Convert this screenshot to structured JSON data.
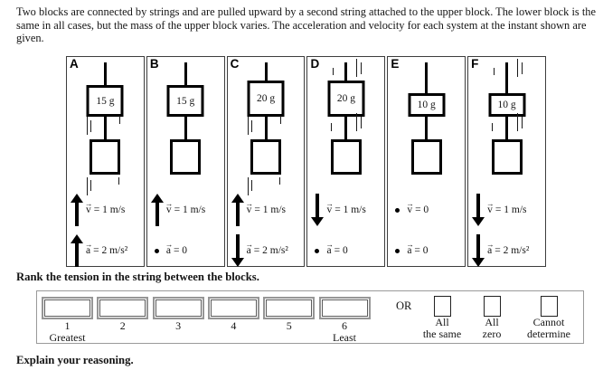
{
  "paragraph": "Two blocks are connected by strings and are pulled upward by a second string attached to the upper block. The lower block is the same in all cases, but the mass of the upper block varies. The acceleration and velocity for each system at the instant shown are given.",
  "panels": [
    {
      "label": "A",
      "upper_mass": "15 g",
      "velocity": {
        "dir": "up",
        "symbol": "v",
        "value": "= 1 m/s"
      },
      "acceleration": {
        "dir": "up",
        "symbol": "a",
        "value": "= 2 m/s²"
      },
      "streaks": [
        "mid",
        "below"
      ]
    },
    {
      "label": "B",
      "upper_mass": "15 g",
      "velocity": {
        "dir": "up",
        "symbol": "v",
        "value": "= 1 m/s"
      },
      "acceleration": {
        "dir": "none",
        "symbol": "a",
        "value": "= 0"
      },
      "streaks": []
    },
    {
      "label": "C",
      "upper_mass": "20 g",
      "velocity": {
        "dir": "up",
        "symbol": "v",
        "value": "= 1 m/s"
      },
      "acceleration": {
        "dir": "down",
        "symbol": "a",
        "value": "= 2 m/s²"
      },
      "streaks": [
        "mid",
        "below"
      ]
    },
    {
      "label": "D",
      "upper_mass": "20 g",
      "velocity": {
        "dir": "down",
        "symbol": "v",
        "value": "= 1 m/s"
      },
      "acceleration": {
        "dir": "none",
        "symbol": "a",
        "value": "= 0"
      },
      "streaks": [
        "top",
        "midR"
      ]
    },
    {
      "label": "E",
      "upper_mass": "10 g",
      "velocity": {
        "dir": "none",
        "symbol": "v",
        "value": "= 0"
      },
      "acceleration": {
        "dir": "none",
        "symbol": "a",
        "value": "= 0"
      },
      "streaks": []
    },
    {
      "label": "F",
      "upper_mass": "10 g",
      "velocity": {
        "dir": "down",
        "symbol": "v",
        "value": "= 1 m/s"
      },
      "acceleration": {
        "dir": "down",
        "symbol": "a",
        "value": "= 2 m/s²"
      },
      "streaks": [
        "top",
        "midR"
      ]
    }
  ],
  "question": "Rank the tension in the string between the blocks.",
  "ranking": {
    "or_label": "OR",
    "slots": [
      {
        "number": "1",
        "sublabel": "Greatest"
      },
      {
        "number": "2",
        "sublabel": ""
      },
      {
        "number": "3",
        "sublabel": ""
      },
      {
        "number": "4",
        "sublabel": ""
      },
      {
        "number": "5",
        "sublabel": ""
      },
      {
        "number": "6",
        "sublabel": "Least"
      }
    ],
    "options": [
      {
        "lines": [
          "All",
          "the same"
        ]
      },
      {
        "lines": [
          "All",
          "zero"
        ]
      },
      {
        "lines": [
          "Cannot",
          "determine"
        ]
      }
    ]
  },
  "footer": "Explain your reasoning."
}
